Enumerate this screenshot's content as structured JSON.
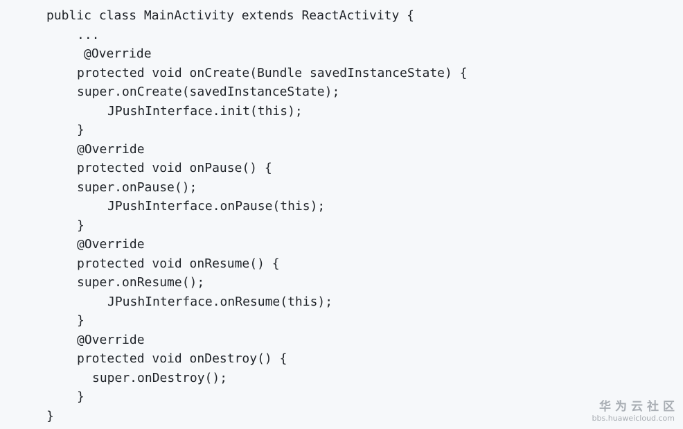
{
  "code": {
    "lines": [
      {
        "text": "public class MainActivity extends ReactActivity {",
        "indent": 67
      },
      {
        "text": "...",
        "indent": 111
      },
      {
        "text": "@Override",
        "indent": 121
      },
      {
        "text": "protected void onCreate(Bundle savedInstanceState) {",
        "indent": 111
      },
      {
        "text": "super.onCreate(savedInstanceState);",
        "indent": 111
      },
      {
        "text": "JPushInterface.init(this);",
        "indent": 155
      },
      {
        "text": "}",
        "indent": 111
      },
      {
        "text": "@Override",
        "indent": 111
      },
      {
        "text": "protected void onPause() {",
        "indent": 111
      },
      {
        "text": "super.onPause();",
        "indent": 111
      },
      {
        "text": "JPushInterface.onPause(this);",
        "indent": 155
      },
      {
        "text": "}",
        "indent": 111
      },
      {
        "text": "@Override",
        "indent": 111
      },
      {
        "text": "protected void onResume() {",
        "indent": 111
      },
      {
        "text": "super.onResume();",
        "indent": 111
      },
      {
        "text": "JPushInterface.onResume(this);",
        "indent": 155
      },
      {
        "text": "}",
        "indent": 111
      },
      {
        "text": "@Override",
        "indent": 111
      },
      {
        "text": "protected void onDestroy() {",
        "indent": 111
      },
      {
        "text": "super.onDestroy();",
        "indent": 133
      },
      {
        "text": "}",
        "indent": 111
      },
      {
        "text": "}",
        "indent": 67
      }
    ]
  },
  "watermark": {
    "title": "华为云社区",
    "url": "bbs.huaweicloud.com"
  }
}
